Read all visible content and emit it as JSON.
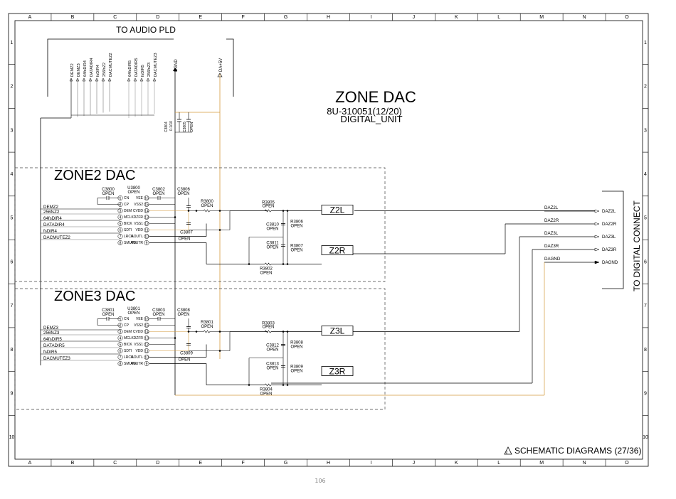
{
  "grid": {
    "cols": [
      "A",
      "B",
      "C",
      "D",
      "E",
      "F",
      "G",
      "H",
      "I",
      "J",
      "K",
      "L",
      "M",
      "N",
      "O"
    ],
    "rows": [
      "1",
      "2",
      "3",
      "4",
      "5",
      "6",
      "7",
      "8",
      "9",
      "10"
    ]
  },
  "header": {
    "to_audio_pld": "TO AUDIO PLD",
    "title": "ZONE DAC",
    "code": "8U-310051(12/20)",
    "unit": "DIGITAL_UNIT"
  },
  "bus": {
    "left_group": [
      "DEMZ2",
      "DEMZ3",
      "64fsDIR4",
      "DATADIR4",
      "fsDIR4",
      "256fsZ2",
      "DACMUTEZ2"
    ],
    "right_group": [
      "64fsDIR5",
      "DATADIR5",
      "fsDIR5",
      "256fsZ3",
      "DACMUTEZ3"
    ],
    "dgnd": "DGND",
    "da5v": "DA+5V",
    "c3804": [
      "C3804",
      "0.1/10"
    ],
    "c3805": [
      "C3805",
      "OPEN"
    ]
  },
  "zone2": {
    "title": "ZONE2 DAC",
    "c_in": [
      "C3800",
      "OPEN"
    ],
    "ic": [
      "U3800",
      "OPEN"
    ],
    "c_out": [
      "C3802",
      "OPEN"
    ],
    "c_dec": [
      "C3806",
      "OPEN"
    ],
    "r_main": [
      "R3800",
      "OPEN"
    ],
    "c_low": [
      "C3807",
      "OPEN"
    ],
    "inputs": [
      "DEMZ2",
      "256fsZ2",
      "64fsDIR4",
      "DATADIR4",
      "fsDIR4",
      "DACMUTEZ2"
    ],
    "r_l": [
      "R3805",
      "OPEN"
    ],
    "c_l": [
      "C3810",
      "OPEN"
    ],
    "r_l2": [
      "R3806",
      "OPEN"
    ],
    "c_r": [
      "C3811",
      "OPEN"
    ],
    "r_r": [
      "R3807",
      "OPEN"
    ],
    "r_bot": [
      "R3802",
      "OPEN"
    ],
    "out_l": "Z2L",
    "out_r": "Z2R"
  },
  "zone3": {
    "title": "ZONE3 DAC",
    "c_in": [
      "C3801",
      "OPEN"
    ],
    "ic": [
      "U3801",
      "OPEN"
    ],
    "c_out": [
      "C3803",
      "OPEN"
    ],
    "c_dec": [
      "C3808",
      "OPEN"
    ],
    "r_main": [
      "R3801",
      "OPEN"
    ],
    "c_low": [
      "C3809",
      "OPEN"
    ],
    "inputs": [
      "DEMZ3",
      "256fsZ3",
      "64fsDIR5",
      "DATADIR5",
      "fsDIR5",
      "DACMUTEZ3"
    ],
    "r_l": [
      "R3803",
      "OPEN"
    ],
    "c_l": [
      "C3812",
      "OPEN"
    ],
    "r_l2": [
      "R3808",
      "OPEN"
    ],
    "c_r": [
      "C3813",
      "OPEN"
    ],
    "r_r": [
      "R3809",
      "OPEN"
    ],
    "r_bot": [
      "R3804",
      "OPEN"
    ],
    "out_l": "Z3L",
    "out_r": "Z3R"
  },
  "ic_pins": {
    "left": [
      {
        "n": "1",
        "name": "CN"
      },
      {
        "n": "2",
        "name": "CP"
      },
      {
        "n": "3",
        "name": "DEM"
      },
      {
        "n": "4",
        "name": "MCLK"
      },
      {
        "n": "5",
        "name": "BICK"
      },
      {
        "n": "6",
        "name": "SDTI"
      },
      {
        "n": "7",
        "name": "LRCK"
      },
      {
        "n": "8",
        "name": "SMUTE"
      }
    ],
    "right": [
      {
        "n": "16",
        "name": "VEE"
      },
      {
        "n": "15",
        "name": "VSS2"
      },
      {
        "n": "14",
        "name": "CVDD"
      },
      {
        "n": "13",
        "name": "DZFR"
      },
      {
        "n": "12",
        "name": "VSS1"
      },
      {
        "n": "11",
        "name": "VDD"
      },
      {
        "n": "10",
        "name": "AOUTL"
      },
      {
        "n": "9",
        "name": "AOUTR"
      }
    ]
  },
  "outputs": {
    "nets": [
      "DAZ2L",
      "DAZ2R",
      "DAZ3L",
      "DAZ3R",
      "DAGND"
    ],
    "connector_label": "TO DIGITAL CONNECT"
  },
  "footer": {
    "label": "SCHEMATIC DIAGRAMS (27/36)",
    "page": "106"
  }
}
